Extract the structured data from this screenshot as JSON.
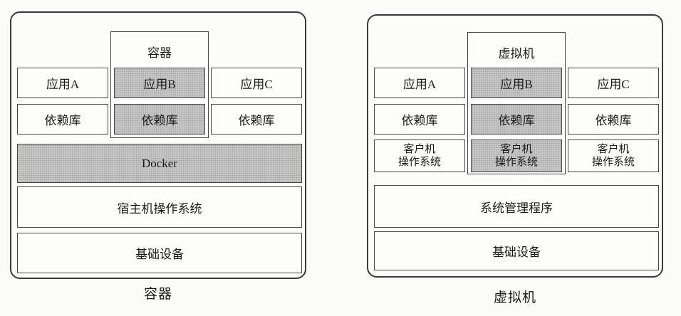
{
  "colors": {
    "shaded_fill": "#c9c9c9",
    "box_border": "#474747",
    "panel_border": "#3a3a3a",
    "paper_background": "#fbfbf8"
  },
  "left_panel": {
    "wrapper_label": "容器",
    "caption": "容器",
    "apps": [
      "应用A",
      "应用B",
      "应用C"
    ],
    "libs": [
      "依赖库",
      "依赖库",
      "依赖库"
    ],
    "docker": "Docker",
    "host_os": "宿主机操作系统",
    "infrastructure": "基础设备"
  },
  "right_panel": {
    "wrapper_label": "虚拟机",
    "caption": "虚拟机",
    "apps": [
      "应用A",
      "应用B",
      "应用C"
    ],
    "libs": [
      "依赖库",
      "依赖库",
      "依赖库"
    ],
    "guest_os": [
      "客户机\n操作系统",
      "客户机\n操作系统",
      "客户机\n操作系统"
    ],
    "hypervisor": "系统管理程序",
    "infrastructure": "基础设备"
  }
}
